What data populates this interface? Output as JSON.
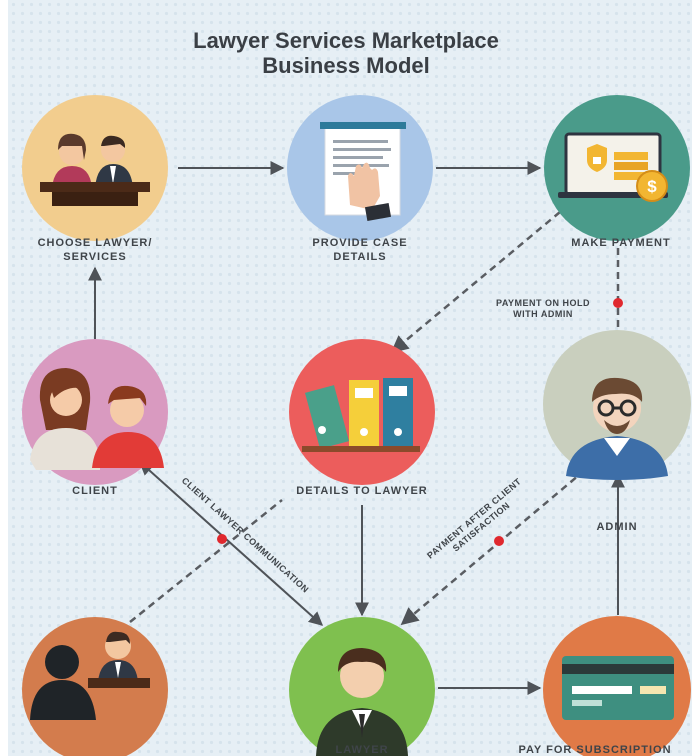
{
  "title": {
    "line1": "Lawyer Services Marketplace",
    "line2": "Business Model"
  },
  "nodes": {
    "choose": {
      "label_line1": "CHOOSE LAWYER/",
      "label_line2": "SERVICES",
      "icon": "lawyers-at-desk-icon",
      "color": "#f2cd8e"
    },
    "provide": {
      "label_line1": "PROVIDE CASE",
      "label_line2": "DETAILS",
      "icon": "document-hand-icon",
      "color": "#a9c6e8"
    },
    "payment": {
      "label": "MAKE PAYMENT",
      "icon": "laptop-payment-icon",
      "color": "#4a9b8a"
    },
    "client": {
      "label": "CLIENT",
      "icon": "client-couple-icon",
      "color": "#d99ac0"
    },
    "details": {
      "label": "DETAILS TO LAWYER",
      "icon": "binders-icon",
      "color": "#ec5d5c"
    },
    "admin": {
      "label": "ADMIN",
      "icon": "admin-man-icon",
      "color": "#c9cfbe"
    },
    "consult": {
      "icon": "consultation-icon",
      "color": "#d37c4d"
    },
    "lawyer": {
      "label": "LAWYER",
      "icon": "lawyer-man-icon",
      "color": "#7fc04f"
    },
    "subscription": {
      "label": "PAY FOR SUBSCRIPTION",
      "icon": "credit-card-icon",
      "color": "#e07a47"
    }
  },
  "annotations": {
    "hold_line1": "PAYMENT ON HOLD",
    "hold_line2": "WITH ADMIN",
    "communication": "CLIENT LAWYER COMMUNICATION",
    "after_line1": "PAYMENT AFTER CLIENT",
    "after_line2": "SATISFACTION"
  },
  "colors": {
    "arrow": "#4f5358",
    "dashed": "#5a5d62",
    "marker": "#e0282e",
    "text": "#3f4449"
  }
}
